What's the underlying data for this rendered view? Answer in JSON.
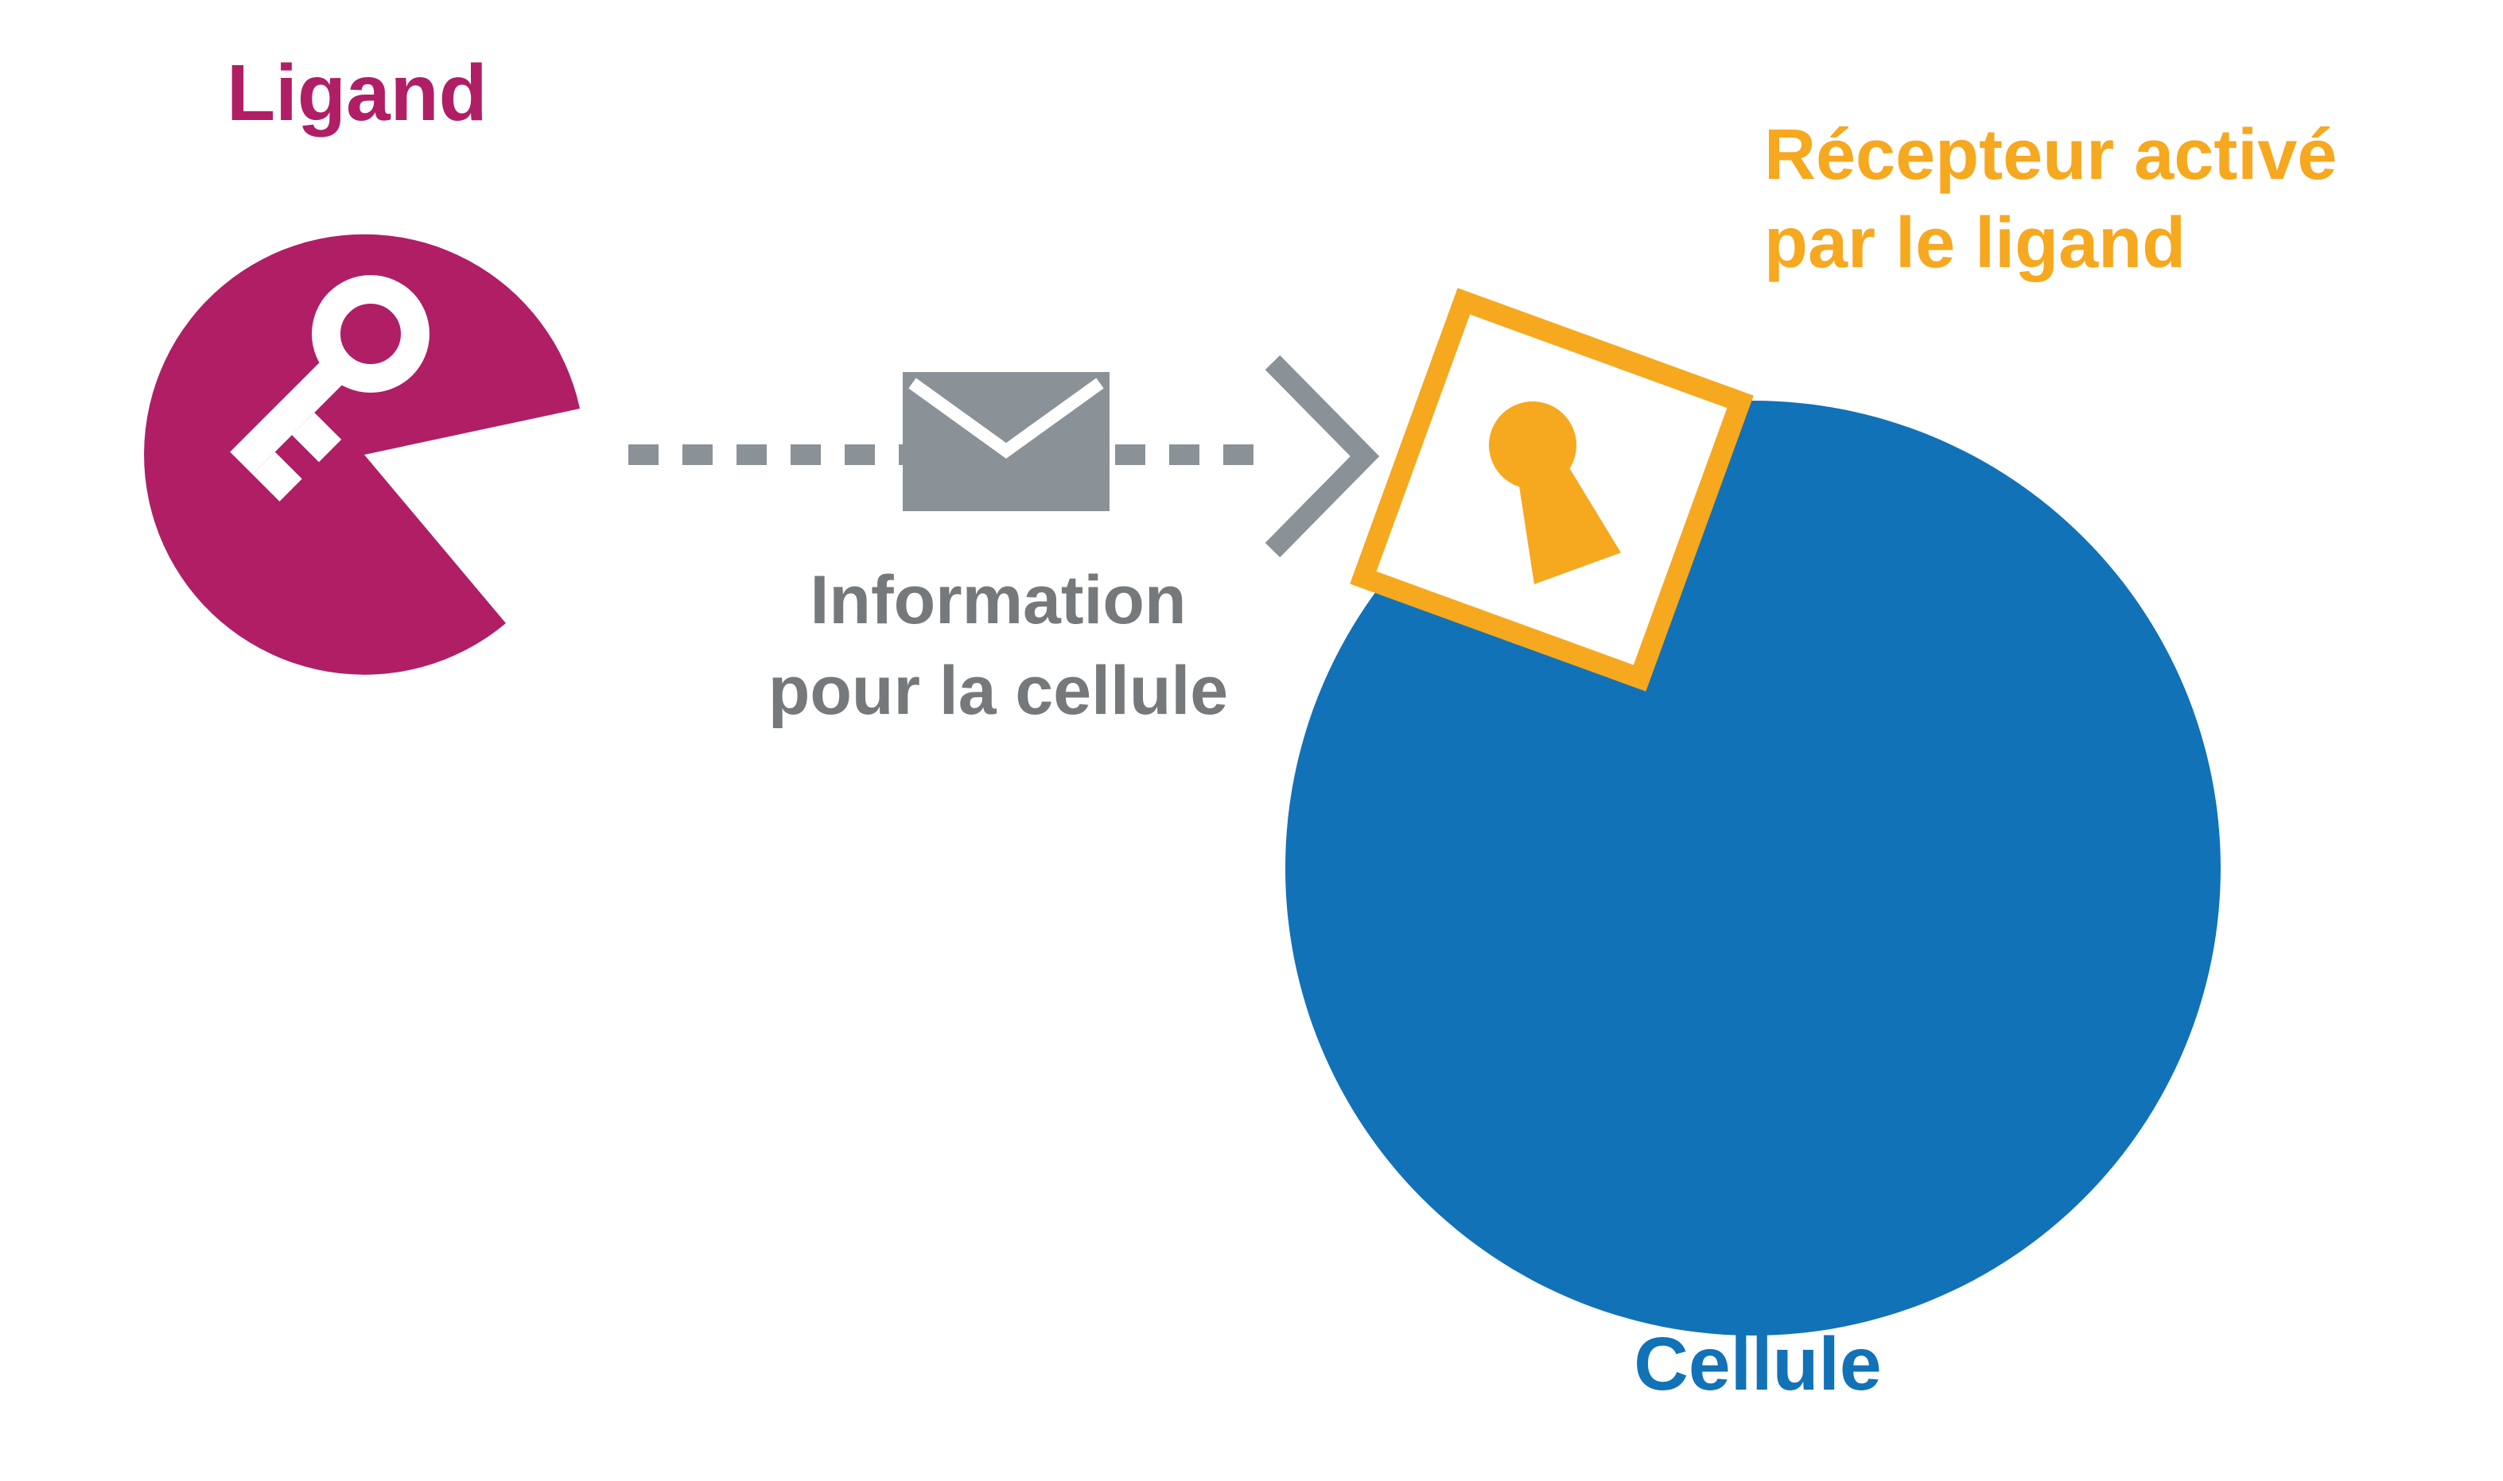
{
  "title": "Ligand receptor cell signalling diagram",
  "colors": {
    "magenta": "#b01e66",
    "blue": "#1172b8",
    "orange": "#f6a81f",
    "gray": "#8a9297",
    "gray_text": "#75797c",
    "white": "#ffffff"
  },
  "labels": {
    "ligand": "Ligand",
    "receptor": "Récepteur activé\npar le ligand",
    "message": "Information\npour la cellule",
    "cell": "Cellule"
  },
  "icons": {
    "key": "key-icon (white key inside magenta ligand circle)",
    "envelope": "envelope-icon (gray message envelope on dashed arrow)",
    "arrowhead": "arrowhead-icon (gray chevron pointing right)",
    "keyhole": "keyhole-icon (orange keyhole inside white diamond receptor)"
  }
}
